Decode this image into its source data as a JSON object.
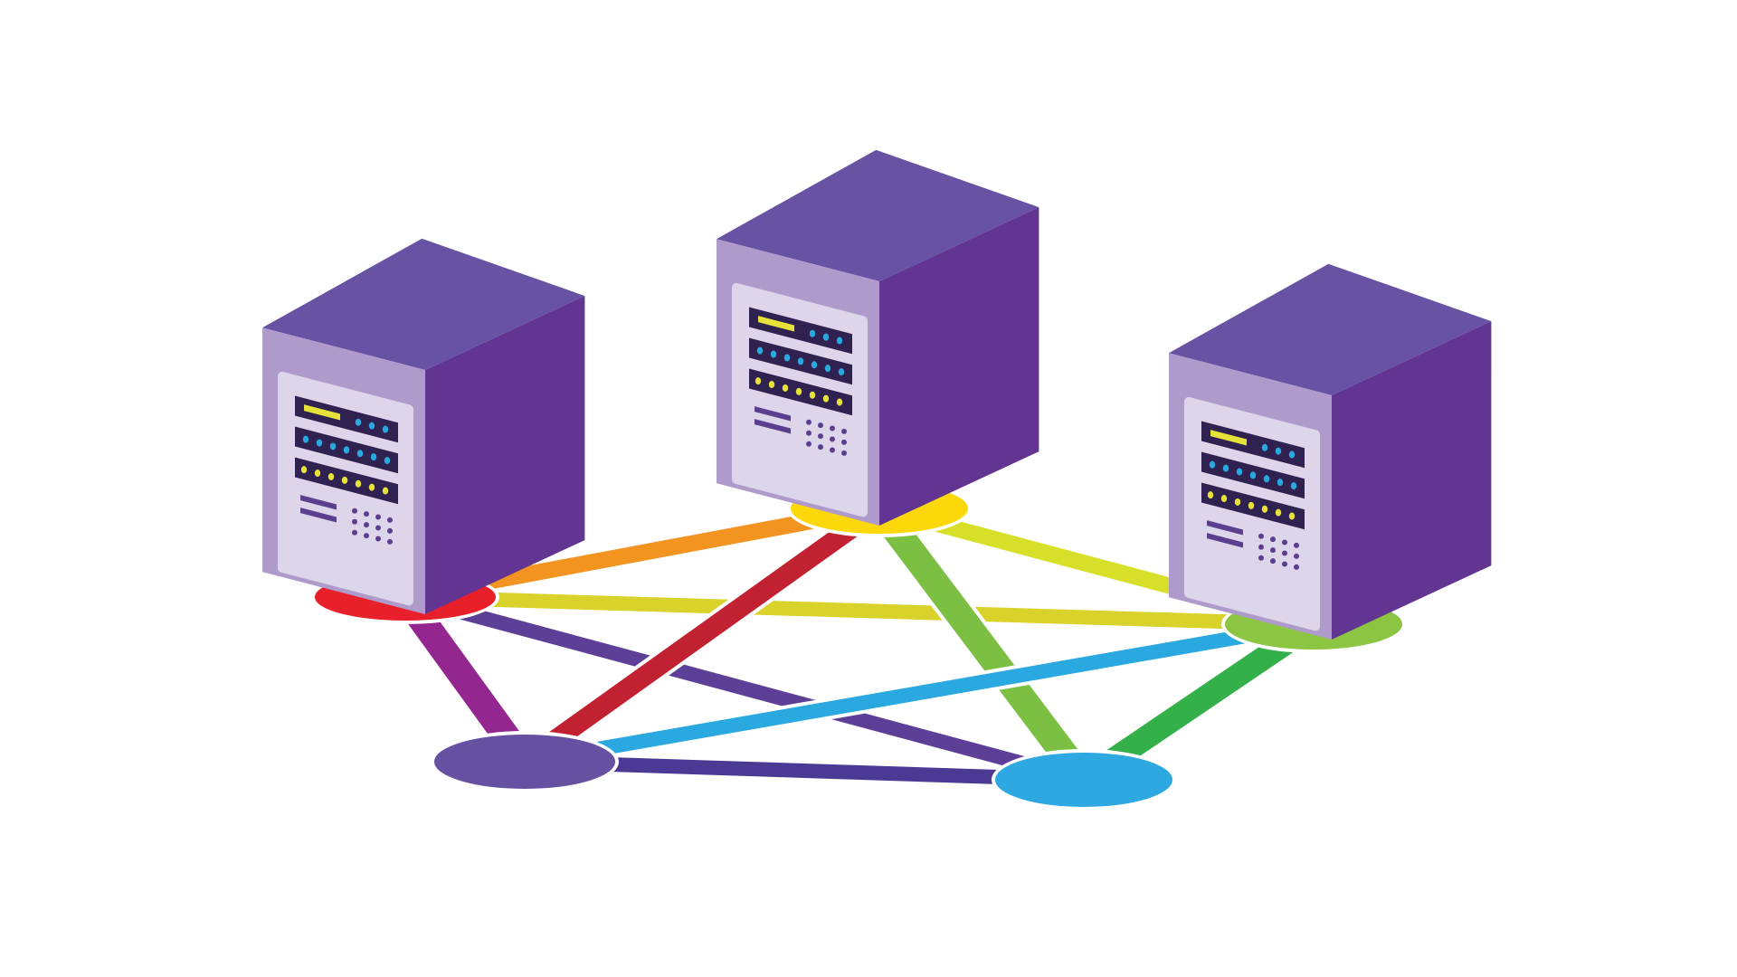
{
  "background": "#ffffff",
  "outline_color": "#ffffff",
  "server_palette": {
    "top": "#6852a3",
    "right": "#623592",
    "front": "#ae9bcc",
    "panel": "#ddd5ea",
    "slot": "#2f2250",
    "led_yellow": "#e6e23a",
    "led_blue": "#2aa9e0",
    "grille": "#5b3f8e"
  },
  "nodes": [
    {
      "id": "node-red",
      "color": "#e8202a"
    },
    {
      "id": "node-yellow",
      "color": "#fcd80a"
    },
    {
      "id": "node-green",
      "color": "#8cc541"
    },
    {
      "id": "node-blue",
      "color": "#2ea8e0"
    },
    {
      "id": "node-purple",
      "color": "#6650a1"
    }
  ],
  "links": [
    {
      "from": "node-red",
      "to": "node-yellow",
      "color": "#f2941f"
    },
    {
      "from": "node-red",
      "to": "node-green",
      "color": "#d8d22a"
    },
    {
      "from": "node-red",
      "to": "node-purple",
      "color": "#93278f"
    },
    {
      "from": "node-red",
      "to": "node-blue",
      "color": "#5e3f98"
    },
    {
      "from": "node-yellow",
      "to": "node-green",
      "color": "#d8df28"
    },
    {
      "from": "node-yellow",
      "to": "node-purple",
      "color": "#c12131"
    },
    {
      "from": "node-yellow",
      "to": "node-blue",
      "color": "#7bc043"
    },
    {
      "from": "node-green",
      "to": "node-purple",
      "color": "#2aa8e0"
    },
    {
      "from": "node-green",
      "to": "node-blue",
      "color": "#33b04a"
    },
    {
      "from": "node-purple",
      "to": "node-blue",
      "color": "#4a3a94"
    }
  ],
  "servers": [
    {
      "id": "server-left",
      "on_node": "node-red"
    },
    {
      "id": "server-center",
      "on_node": "node-yellow"
    },
    {
      "id": "server-right",
      "on_node": "node-green"
    }
  ]
}
